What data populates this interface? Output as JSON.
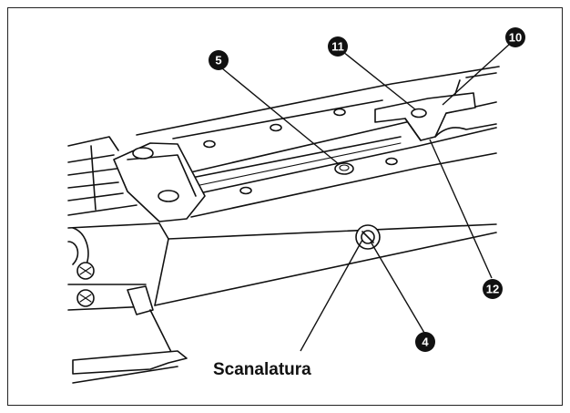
{
  "callouts": {
    "c4": "4",
    "c5": "5",
    "c10": "10",
    "c11": "11",
    "c12": "12"
  },
  "labels": {
    "groove": "Scanalatura"
  },
  "colors": {
    "ink": "#111111",
    "paper": "#ffffff"
  }
}
